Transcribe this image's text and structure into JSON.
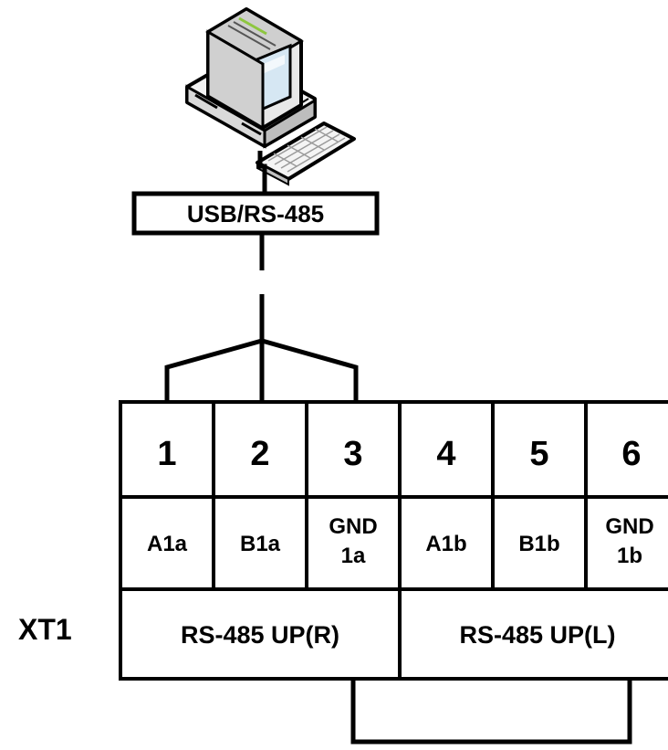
{
  "converter": {
    "label": "USB/RS-485"
  },
  "connector": {
    "name": "XT1",
    "pins": [
      {
        "number": "1",
        "signal": [
          "A1a"
        ]
      },
      {
        "number": "2",
        "signal": [
          "B1a"
        ]
      },
      {
        "number": "3",
        "signal": [
          "GND",
          "1a"
        ]
      },
      {
        "number": "4",
        "signal": [
          "A1b"
        ]
      },
      {
        "number": "5",
        "signal": [
          "B1b"
        ]
      },
      {
        "number": "6",
        "signal": [
          "GND",
          "1b"
        ]
      }
    ],
    "groups": [
      {
        "label": "RS-485 UP(R)"
      },
      {
        "label": "RS-485 UP(L)"
      }
    ]
  },
  "icons": {
    "computer": "desktop-computer-icon"
  },
  "colors": {
    "line": "#000000",
    "background": "#ffffff",
    "screen": "#d6e7f3",
    "case": "#e8e8e8",
    "led": "#8dc63f"
  }
}
